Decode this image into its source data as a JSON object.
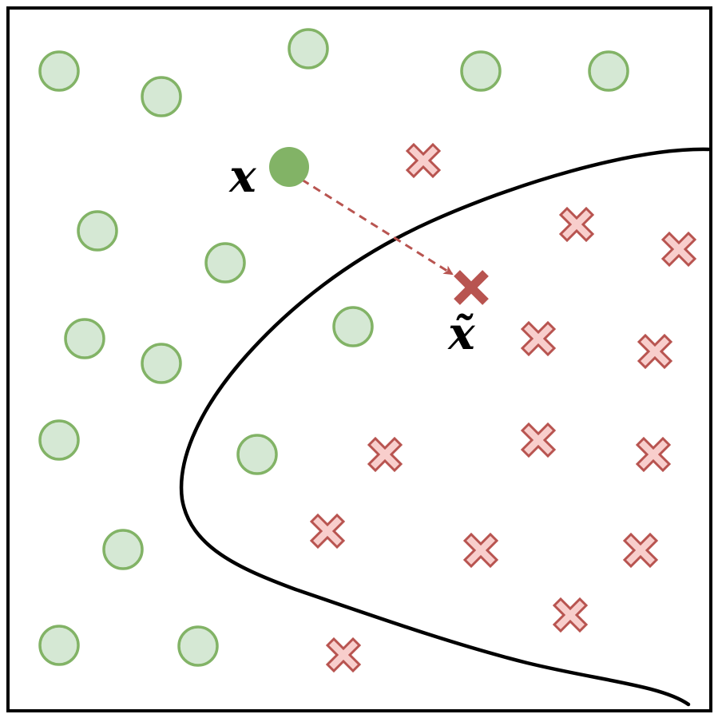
{
  "labels": {
    "original_point": "x",
    "adversarial_point": "x̃"
  },
  "colors": {
    "green_fill": "#d5e8d4",
    "green_stroke": "#82b366",
    "green_solid": "#82b366",
    "red_fill": "#f8cecc",
    "red_stroke": "#b85450",
    "red_solid": "#b85450",
    "boundary": "#000000",
    "frame": "#000000"
  },
  "icons": {
    "class_a": "circle",
    "class_b": "cross"
  }
}
